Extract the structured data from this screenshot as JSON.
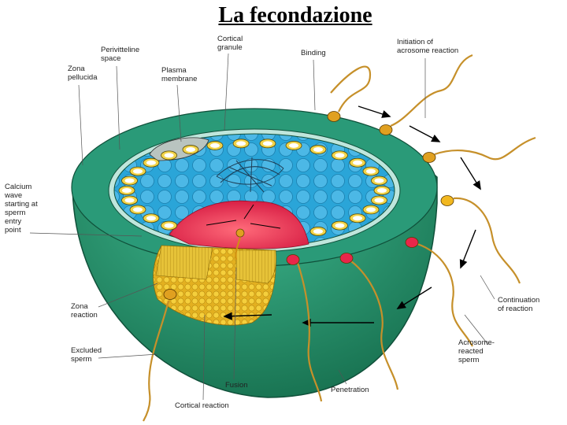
{
  "title": "La fecondazione",
  "labels": {
    "zona_pellucida": "Zona\npellucida",
    "perivitelline_space": "Perivitteline\nspace",
    "plasma_membrane": "Plasma\nmembrane",
    "cortical_granule": "Cortical\ngranule",
    "binding": "Binding",
    "initiation_acrosome": "Initiation of\nacrosome reaction",
    "calcium_wave": "Calcium\nwave\nstarting at\nsperm\nentry\npoint",
    "zona_reaction": "Zona\nreaction",
    "excluded_sperm": "Excluded\nsperm",
    "cortical_reaction": "Cortical reaction",
    "fusion": "Fusion",
    "penetration": "Penetration",
    "acrosome_reacted": "Acrosome-\nreacted\nsperm",
    "continuation": "Continuation\nof reaction"
  },
  "colors": {
    "zona": "#2a9a78",
    "zona_dark": "#1f7d60",
    "cytoplasm": "#2aa5d8",
    "granule": "#f2d44a",
    "calcium": "#e8264a",
    "sperm_head": "#e0a020",
    "excluded_zone": "#e8c030"
  }
}
